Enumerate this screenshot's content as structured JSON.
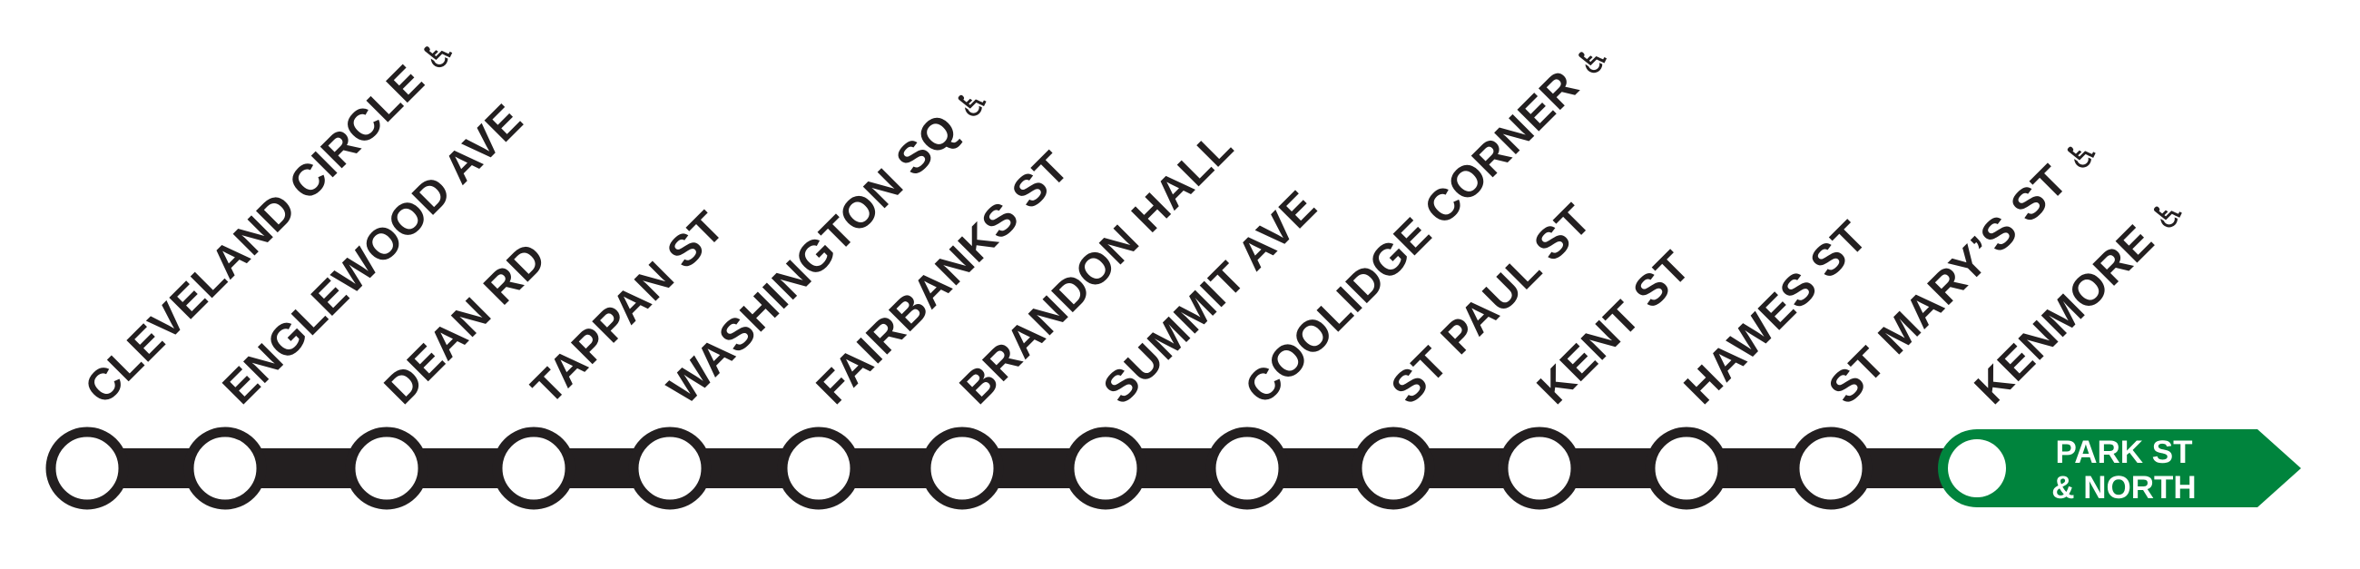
{
  "line": {
    "color": "#231f20",
    "accent_color": "#00843d",
    "stations": [
      {
        "name": "CLEVELAND CIRCLE",
        "accessible": true,
        "icon": "wheelchair-icon"
      },
      {
        "name": "ENGLEWOOD AVE",
        "accessible": false
      },
      {
        "name": "DEAN RD",
        "accessible": false
      },
      {
        "name": "TAPPAN ST",
        "accessible": false
      },
      {
        "name": "WASHINGTON SQ",
        "accessible": true,
        "icon": "wheelchair-icon"
      },
      {
        "name": "FAIRBANKS ST",
        "accessible": false
      },
      {
        "name": "BRANDON HALL",
        "accessible": false
      },
      {
        "name": "SUMMIT AVE",
        "accessible": false
      },
      {
        "name": "COOLIDGE CORNER",
        "accessible": true,
        "icon": "wheelchair-icon"
      },
      {
        "name": "ST PAUL ST",
        "accessible": false
      },
      {
        "name": "KENT ST",
        "accessible": false
      },
      {
        "name": "HAWES ST",
        "accessible": false
      },
      {
        "name": "ST MARY’S ST",
        "accessible": true,
        "icon": "wheelchair-icon"
      },
      {
        "name": "KENMORE",
        "accessible": true,
        "icon": "wheelchair-icon"
      }
    ],
    "terminus": {
      "line1": "PARK ST",
      "line2": "& NORTH"
    }
  }
}
